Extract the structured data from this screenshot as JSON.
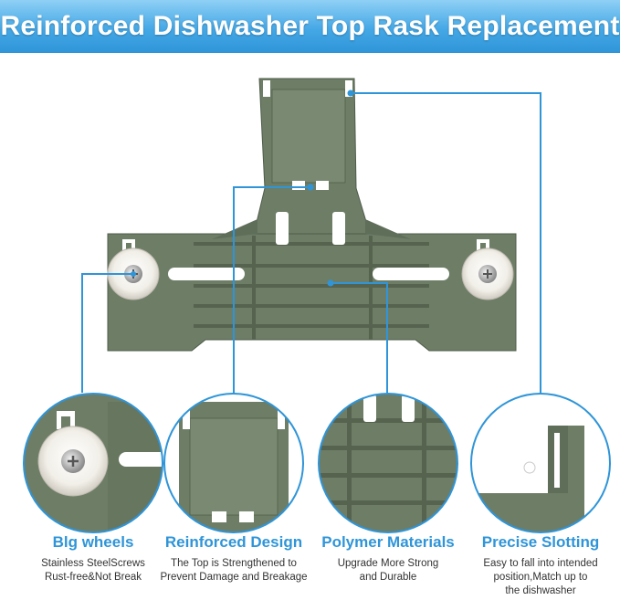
{
  "banner": {
    "title": "Reinforced Dishwasher Top Rask Replacement"
  },
  "colors": {
    "accent": "#2f95d8",
    "part_green": "#6d7d66",
    "wheel_white": "#f1efe8"
  },
  "features": [
    {
      "title": "Blg wheels",
      "lines": [
        "Stainless SteelScrews",
        "Rust-free&Not Break"
      ],
      "icon": "wheel-closeup"
    },
    {
      "title": "Reinforced Design",
      "lines": [
        "The Top is Strengthened to",
        "Prevent Damage and Breakage"
      ],
      "icon": "top-closeup"
    },
    {
      "title": "Polymer Materials",
      "lines": [
        "Upgrade More Strong",
        "and Durable"
      ],
      "icon": "ribs-closeup"
    },
    {
      "title": "Precise Slotting",
      "lines": [
        "Easy to fall into intended",
        "position,Match up to",
        "the dishwasher"
      ],
      "icon": "slot-closeup"
    }
  ]
}
